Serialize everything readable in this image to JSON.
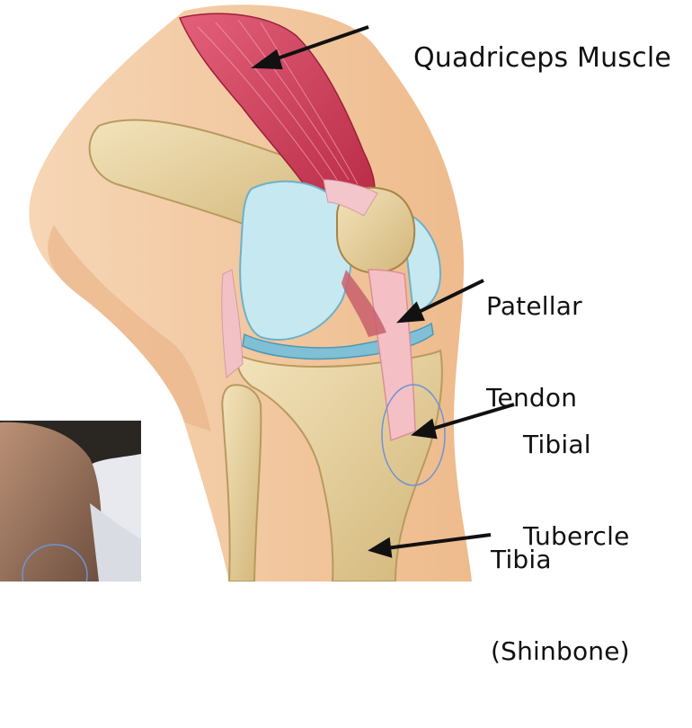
{
  "diagram": {
    "labels": {
      "quadriceps": "Quadriceps Muscle",
      "patellar_line1": "Patellar",
      "patellar_line2": "Tendon",
      "tibial_line1": "Tibial",
      "tibial_line2": "Tubercle",
      "tibia_line1": "Tibia",
      "tibia_line2": "(Shinbone)"
    },
    "colors": {
      "skin": "#f0c195",
      "skin_light": "#f7dcc0",
      "bone": "#e8d3a2",
      "bone_shadow": "#c9ad6e",
      "muscle": "#d7425a",
      "tendon": "#f0b7bd",
      "cartilage": "#bfe3ee",
      "meniscus": "#7fc0d6",
      "highlight_circle": "#6f93d6",
      "arrow": "#111111",
      "photo_dark": "#2a2622",
      "photo_skin": "#a67b60",
      "photo_sheet": "#e7e9ee"
    }
  }
}
